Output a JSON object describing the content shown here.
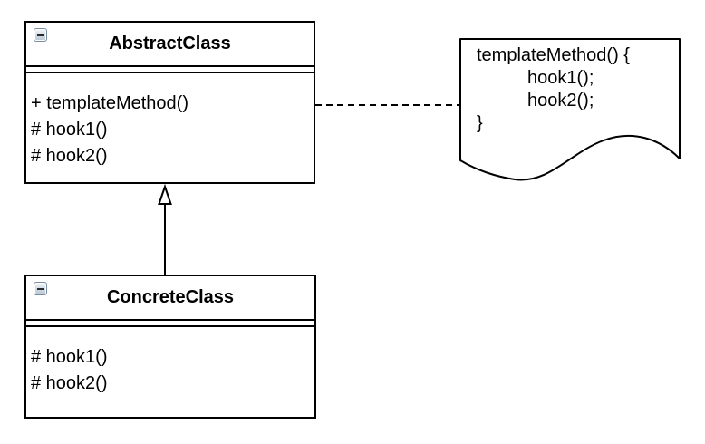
{
  "diagram_type": "uml-class-diagram",
  "colors": {
    "background": "#ffffff",
    "line": "#000000",
    "text": "#000000",
    "collapse_button_border": "#7b8da0",
    "collapse_button_gradient_top": "#f6f9fb",
    "collapse_button_gradient_bottom": "#b9c6d3",
    "minus_glyph": "#2b2b2b"
  },
  "classes": {
    "abstract": {
      "name": "AbstractClass",
      "attributes": [],
      "methods": [
        "+ templateMethod()",
        "# hook1()",
        "# hook2()"
      ]
    },
    "concrete": {
      "name": "ConcreteClass",
      "attributes": [],
      "methods": [
        "# hook1()",
        "# hook2()"
      ]
    }
  },
  "note": {
    "lines": [
      "templateMethod() {",
      "hook1();",
      "hook2();",
      "}"
    ]
  },
  "relations": [
    {
      "type": "generalization",
      "from": "ConcreteClass",
      "to": "AbstractClass",
      "style": "solid-line-hollow-triangle"
    },
    {
      "type": "note-anchor",
      "from": "AbstractClass",
      "to": "code-note",
      "style": "dashed-line"
    }
  ]
}
